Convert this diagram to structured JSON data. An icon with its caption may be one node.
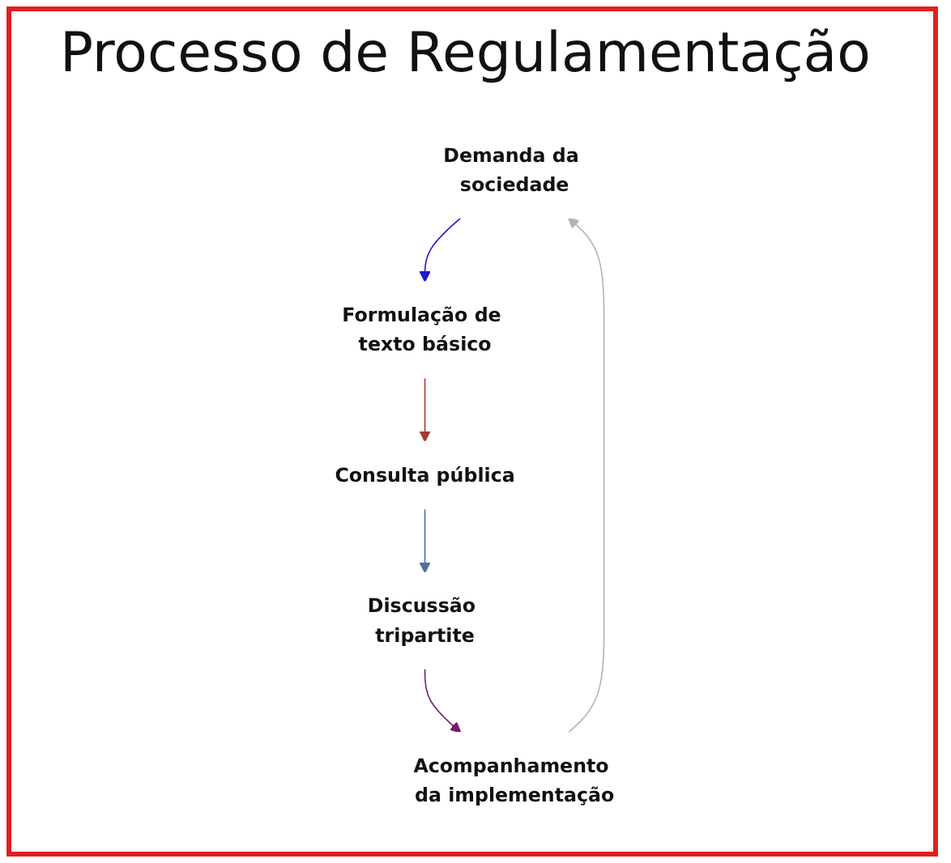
{
  "diagram": {
    "title": "Processo de Regulamentação",
    "nodes": [
      {
        "text": [
          "Demanda da sociedade"
        ]
      },
      {
        "text": [
          "Formulação de texto básico"
        ]
      },
      {
        "text": [
          "Consulta pública"
        ]
      },
      {
        "text": [
          "Discussão tripartite"
        ]
      },
      {
        "text": [
          "Acompanhamento da implementação"
        ]
      }
    ],
    "edges": [
      {
        "from": 0,
        "to": 1,
        "arrow": "to",
        "color": "#1a1ac8"
      },
      {
        "from": 1,
        "to": 2,
        "arrow": "to",
        "color": "#a33a3a"
      },
      {
        "from": 2,
        "to": 3,
        "arrow": "to",
        "color": "#4a6fa5"
      },
      {
        "from": 3,
        "to": 4,
        "arrow": "to",
        "color": "#7a1a6a"
      },
      {
        "from": 4,
        "to": 0,
        "arrow": "to",
        "color": "#b4b4aa"
      }
    ]
  }
}
